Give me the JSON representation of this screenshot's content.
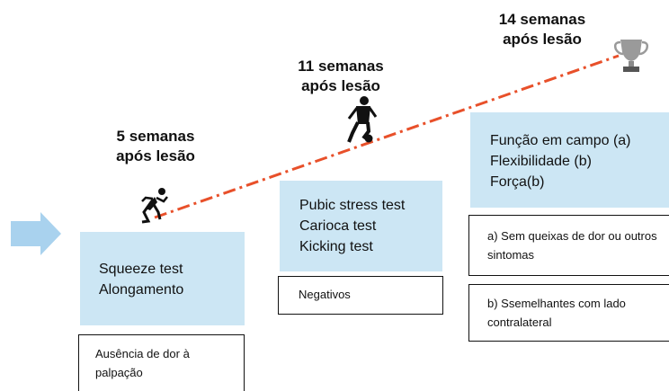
{
  "milestones": [
    {
      "weeks": "5 semanas\napós lesão"
    },
    {
      "weeks": "11 semanas\napós lesão"
    },
    {
      "weeks": "14 semanas\napós lesão"
    }
  ],
  "stages": [
    {
      "items": [
        "Squeeze test",
        "Alongamento"
      ]
    },
    {
      "items": [
        "Pubic stress test",
        "Carioca test",
        "Kicking test"
      ]
    },
    {
      "items": [
        "Função em campo  (a)",
        "Flexibilidade  (b)",
        "Força(b)"
      ]
    }
  ],
  "results": [
    {
      "text": "Ausência de dor à palpação"
    },
    {
      "text": "Negativos"
    },
    {
      "text": "a) Sem queixas de dor ou outros sintomas"
    },
    {
      "text": "b) Ssemelhantes com lado contralateral"
    }
  ],
  "icons": {
    "arrow": "arrow-right-icon",
    "runner": "running-person-icon",
    "soccer": "soccer-player-icon",
    "trophy": "trophy-icon"
  },
  "colors": {
    "stage_fill": "#cce6f4",
    "arrow_fill": "#a9d2ee",
    "progress_line": "#e8502a"
  }
}
